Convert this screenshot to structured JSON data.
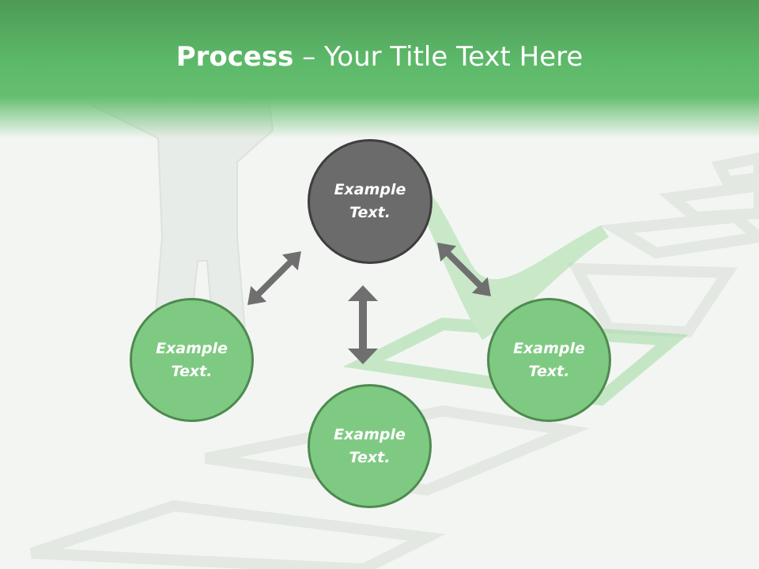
{
  "title": {
    "bold": "Process",
    "rest": " – Your Title Text Here"
  },
  "nodes": {
    "top": {
      "line1": "Example",
      "line2": "Text."
    },
    "left": {
      "line1": "Example",
      "line2": "Text."
    },
    "right": {
      "line1": "Example",
      "line2": "Text."
    },
    "bottom": {
      "line1": "Example",
      "line2": "Text."
    }
  },
  "colors": {
    "header_green": "#5db96a",
    "node_green": "#7fca82",
    "node_dark": "#6b6b6b",
    "arrow_gray": "#6f6f6f"
  }
}
